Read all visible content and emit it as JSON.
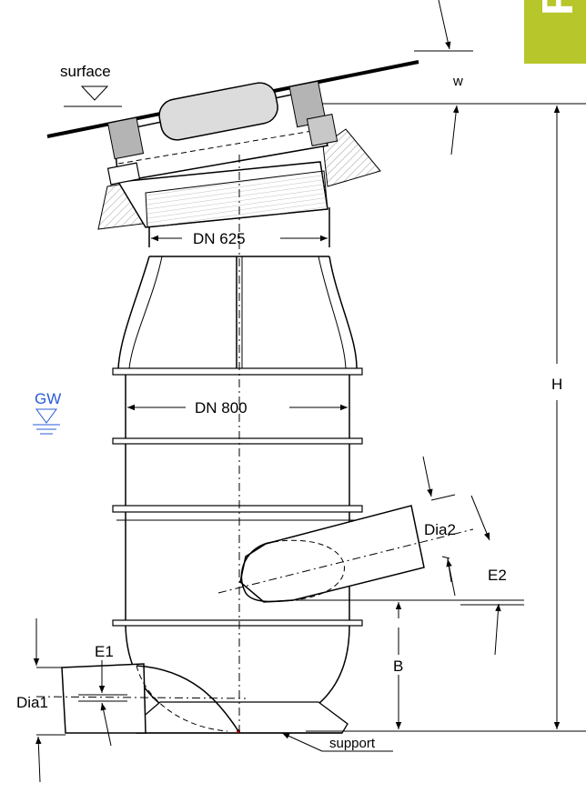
{
  "labels": {
    "surface": "surface",
    "w": "w",
    "h": "H",
    "dn625": "DN 625",
    "dn800": "DN 800",
    "gw": "GW",
    "dia2": "Dia2",
    "e2": "E2",
    "b": "B",
    "e1": "E1",
    "dia1": "Dia1",
    "support": "support"
  },
  "brand": {
    "text": "RO",
    "color": "#b7c62a"
  },
  "colors": {
    "line": "#000000",
    "groundwater": "#2a5bd7",
    "hatch": "#c8c8c8",
    "pipe_fill": "#ffffff",
    "marker": "#e00000"
  }
}
